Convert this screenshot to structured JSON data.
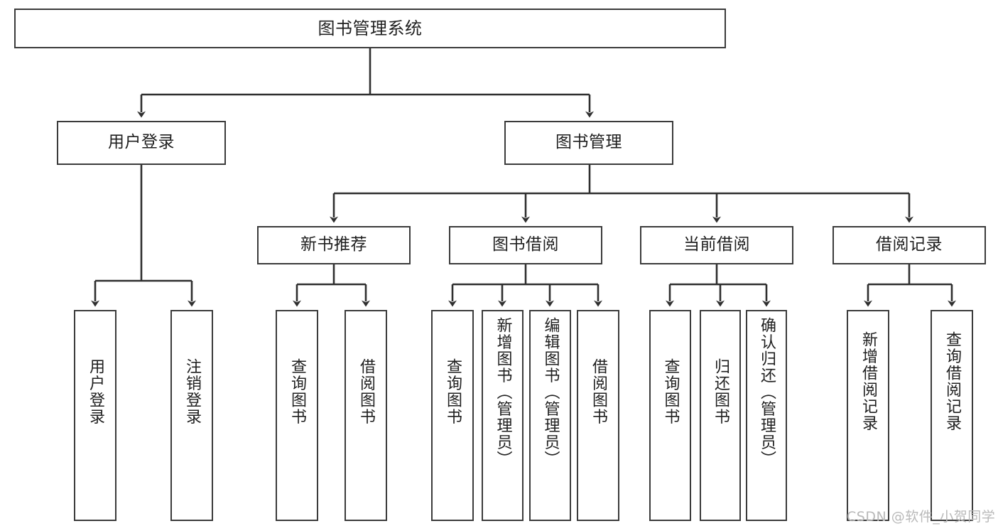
{
  "diagram": {
    "type": "tree-hierarchy-chart",
    "title": "图书管理系统",
    "watermark": "CSDN @软件_小贺同学",
    "colors": {
      "box_border": "#3b3b3b",
      "box_fill": "#ffffff",
      "edge": "#2f2f2f",
      "text": "#1f1f1f",
      "watermark": "#b9b9b9",
      "background": "#ffffff"
    },
    "nodes": {
      "root": {
        "label": "图书管理系统"
      },
      "level2": [
        {
          "id": "user-login",
          "label": "用户登录"
        },
        {
          "id": "book-manage",
          "label": "图书管理"
        }
      ],
      "level3": [
        {
          "id": "new-book-recommend",
          "label": "新书推荐"
        },
        {
          "id": "book-borrow",
          "label": "图书借阅"
        },
        {
          "id": "current-borrow",
          "label": "当前借阅"
        },
        {
          "id": "borrow-record",
          "label": "借阅记录"
        }
      ],
      "leaves": [
        {
          "id": "leaf-user-login",
          "label": "用户登录",
          "parent": "user-login"
        },
        {
          "id": "leaf-logout",
          "label": "注销登录",
          "parent": "user-login"
        },
        {
          "id": "leaf-query-book-1",
          "label": "查询图书",
          "parent": "new-book-recommend"
        },
        {
          "id": "leaf-borrow-book-1",
          "label": "借阅图书",
          "parent": "new-book-recommend"
        },
        {
          "id": "leaf-query-book-2",
          "label": "查询图书",
          "parent": "book-borrow"
        },
        {
          "id": "leaf-add-book",
          "label": "新增图书（管理员）",
          "parent": "book-borrow"
        },
        {
          "id": "leaf-edit-book",
          "label": "编辑图书（管理员）",
          "parent": "book-borrow"
        },
        {
          "id": "leaf-borrow-book-2",
          "label": "借阅图书",
          "parent": "book-borrow"
        },
        {
          "id": "leaf-query-book-3",
          "label": "查询图书",
          "parent": "current-borrow"
        },
        {
          "id": "leaf-return-book",
          "label": "归还图书",
          "parent": "current-borrow"
        },
        {
          "id": "leaf-confirm-return",
          "label": "确认归还（管理员）",
          "parent": "current-borrow"
        },
        {
          "id": "leaf-add-record",
          "label": "新增借阅记录",
          "parent": "borrow-record"
        },
        {
          "id": "leaf-query-record",
          "label": "查询借阅记录",
          "parent": "borrow-record"
        }
      ]
    }
  }
}
